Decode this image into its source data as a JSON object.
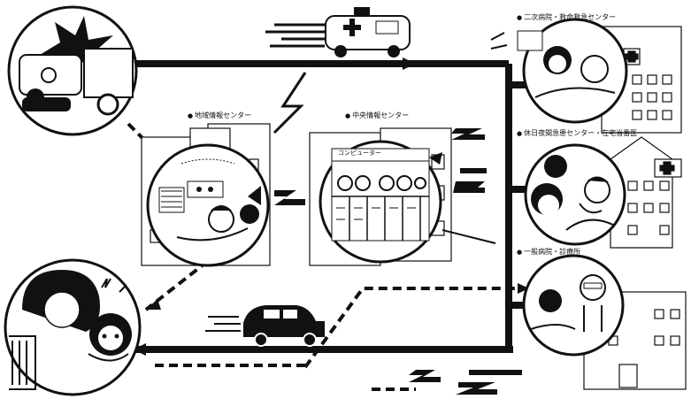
{
  "labels": {
    "regional_center": "地域情報センター",
    "central_center": "中央情報センター",
    "secondary_hospital": "二次病院・救命救急センター",
    "holiday_center": "休日夜間急患センター・在宅当番医",
    "general_clinic": "一般病院・診療所",
    "computer": "コンピューター"
  },
  "colors": {
    "ink": "#111111",
    "paper": "#ffffff",
    "gray": "#888888"
  }
}
